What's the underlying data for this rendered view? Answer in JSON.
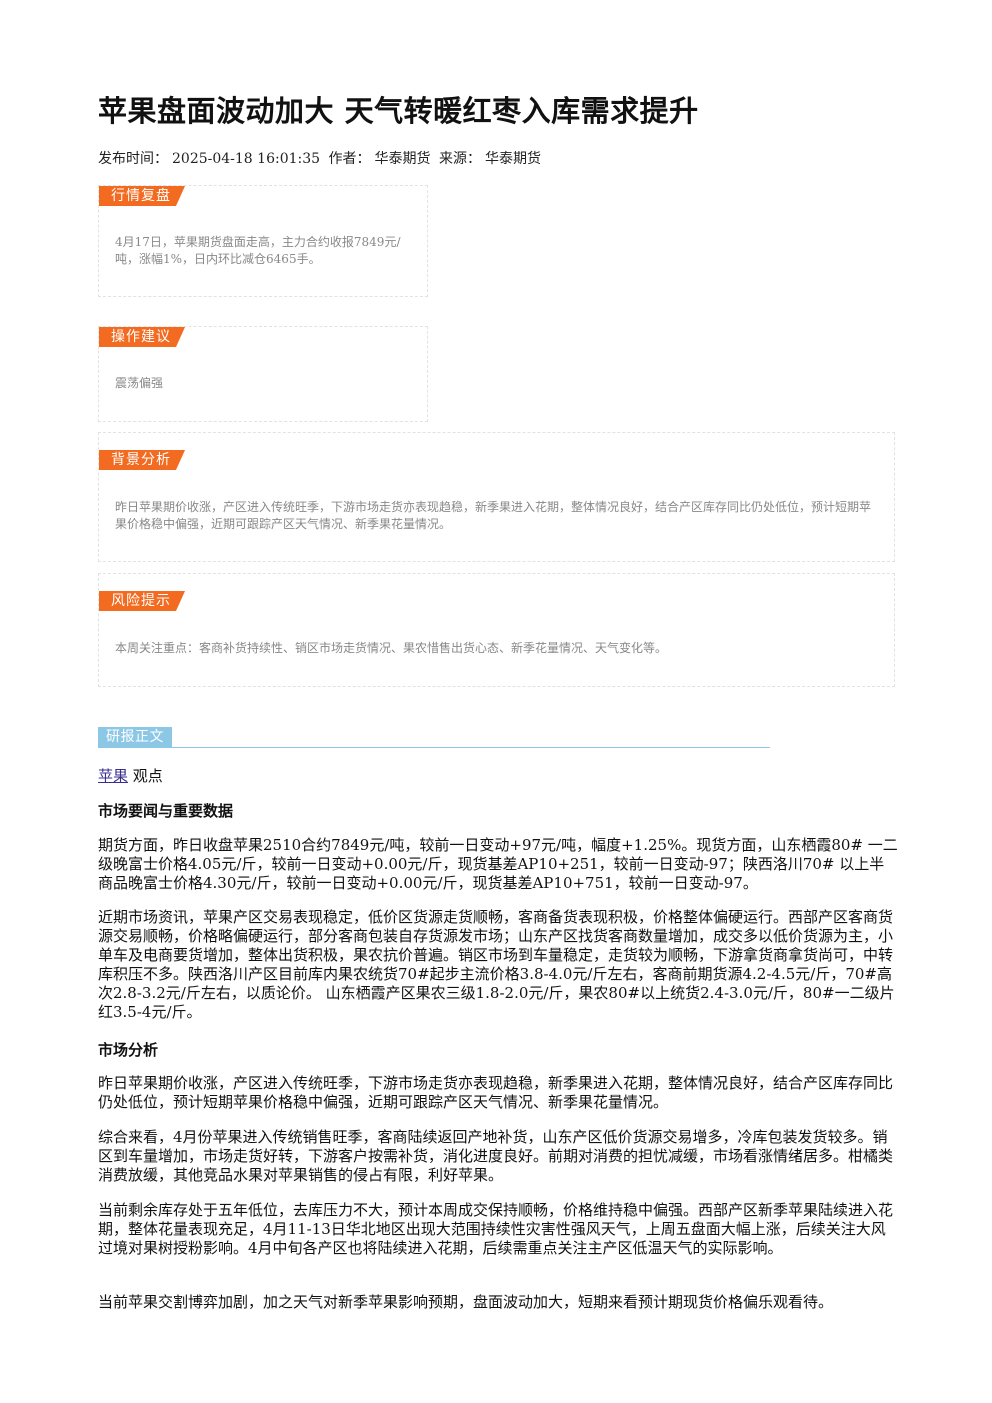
{
  "title": "苹果盘面波动加大 天气转暖红枣入库需求提升",
  "meta": {
    "publish_label": "发布时间：",
    "publish_time": "2025-04-18 16:01:35",
    "author_label": "作者：",
    "author": "华泰期货",
    "source_label": "来源：",
    "source": "华泰期货"
  },
  "boxes": {
    "market_review": {
      "tag": "行情复盘",
      "text": "4月17日，苹果期货盘面走高，主力合约收报7849元/吨，涨幅1%，日内环比减仓6465手。"
    },
    "advice": {
      "tag": "操作建议",
      "text": "震荡偏强"
    },
    "background": {
      "tag": "背景分析",
      "text": "昨日苹果期价收涨，产区进入传统旺季，下游市场走货亦表现趋稳，新季果进入花期，整体情况良好，结合产区库存同比仍处低位，预计短期苹果价格稳中偏强，近期可跟踪产区天气情况、新季果花量情况。"
    },
    "risk": {
      "tag": "风险提示",
      "text": "本周关注重点：客商补货持续性、销区市场走货情况、果农惜售出货心态、新季花量情况、天气变化等。"
    }
  },
  "report": {
    "section_label": "研报正文",
    "product_link": "苹果",
    "product_suffix": "观点",
    "heading1": "市场要闻与重要数据",
    "p1": "期货方面，昨日收盘苹果2510合约7849元/吨，较前一日变动+97元/吨，幅度+1.25%。现货方面，山东栖霞80# 一二级晚富士价格4.05元/斤，较前一日变动+0.00元/斤，现货基差AP10+251，较前一日变动-97；陕西洛川70# 以上半商品晚富士价格4.30元/斤，较前一日变动+0.00元/斤，现货基差AP10+751，较前一日变动-97。",
    "p2": "近期市场资讯，苹果产区交易表现稳定，低价区货源走货顺畅，客商备货表现积极，价格整体偏硬运行。西部产区客商货源交易顺畅，价格略偏硬运行，部分客商包装自存货源发市场；山东产区找货客商数量增加，成交多以低价货源为主，小单车及电商要货增加，整体出货积极，果农抗价普遍。销区市场到车量稳定，走货较为顺畅，下游拿货商拿货尚可，中转库积压不多。陕西洛川产区目前库内果农统货70#起步主流价格3.8-4.0元/斤左右，客商前期货源4.2-4.5元/斤，70#高次2.8-3.2元/斤左右，以质论价。 山东栖霞产区果农三级1.8-2.0元/斤，果农80#以上统货2.4-3.0元/斤，80#一二级片红3.5-4元/斤。",
    "heading2": "市场分析",
    "p3": "昨日苹果期价收涨，产区进入传统旺季，下游市场走货亦表现趋稳，新季果进入花期，整体情况良好，结合产区库存同比仍处低位，预计短期苹果价格稳中偏强，近期可跟踪产区天气情况、新季果花量情况。",
    "p4": "综合来看，4月份苹果进入传统销售旺季，客商陆续返回产地补货，山东产区低价货源交易增多，冷库包装发货较多。销区到车量增加，市场走货好转，下游客户按需补货，消化进度良好。前期对消费的担忧减缓，市场看涨情绪居多。柑橘类消费放缓，其他竞品水果对苹果销售的侵占有限，利好苹果。",
    "p5": "当前剩余库存处于五年低位，去库压力不大，预计本周成交保持顺畅，价格维持稳中偏强。西部产区新季苹果陆续进入花期，整体花量表现充足，4月11-13日华北地区出现大范围持续性灾害性强风天气，上周五盘面大幅上涨，后续关注大风过境对果树授粉影响。4月中旬各产区也将陆续进入花期，后续需重点关注主产区低温天气的实际影响。",
    "p6": "当前苹果交割博弈加剧，加之天气对新季苹果影响预期，盘面波动加大，短期来看预计期现货价格偏乐观看待。"
  }
}
